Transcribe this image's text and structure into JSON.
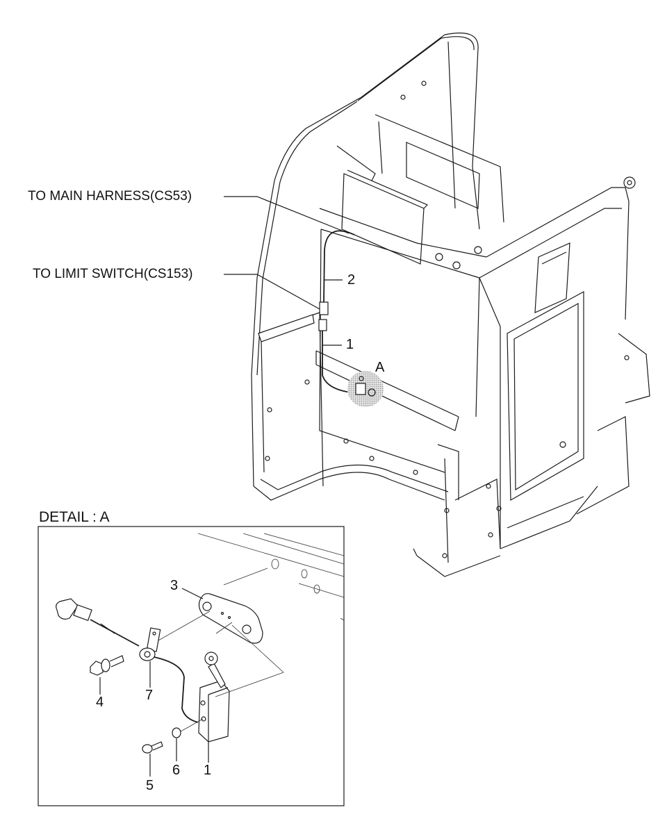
{
  "callouts": {
    "main_harness": "TO MAIN HARNESS(CS53)",
    "limit_switch": "TO LIMIT SWITCH(CS153)"
  },
  "main_parts": {
    "part_2": "2",
    "part_1": "1",
    "detail_marker": "A"
  },
  "detail": {
    "title": "DETAIL : A",
    "parts": {
      "p3": "3",
      "p4": "4",
      "p7": "7",
      "p1": "1",
      "p5": "5",
      "p6": "6"
    }
  },
  "colors": {
    "line": "#1a1a1a",
    "highlight": "#b8b8b8"
  }
}
